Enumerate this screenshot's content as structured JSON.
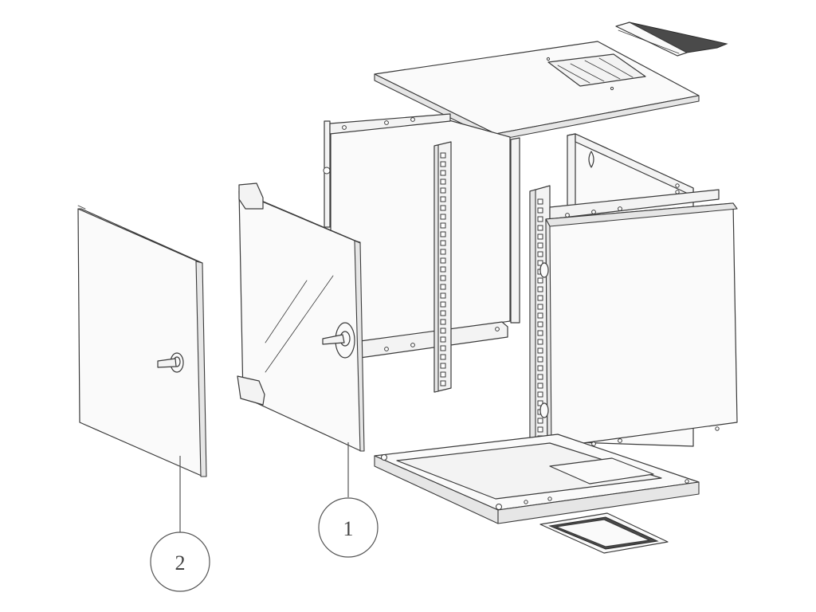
{
  "diagram": {
    "callouts": [
      {
        "id": "1",
        "label": "1"
      },
      {
        "id": "2",
        "label": "2"
      }
    ],
    "colors": {
      "stroke": "#3a3a3a",
      "panel_fill": "#f3f3f3",
      "dark_part": "#4a4a4a",
      "background": "#ffffff"
    }
  }
}
